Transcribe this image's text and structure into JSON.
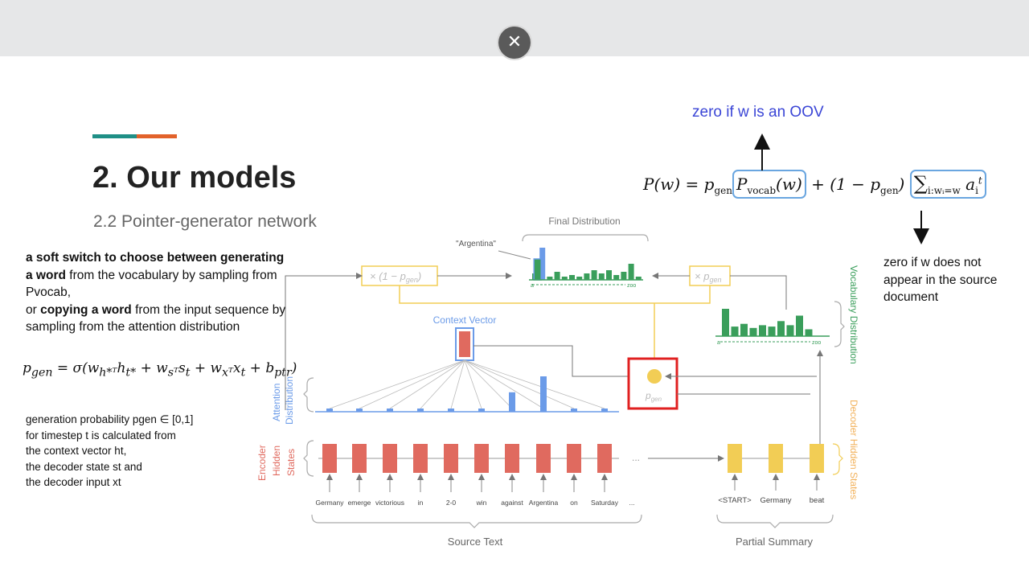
{
  "toolbar": {
    "close_label": "✕"
  },
  "colors": {
    "accent_teal": "#1f8f86",
    "accent_orange": "#e2622b",
    "oov_blue": "#3a45d6",
    "encoder": "#e06a5f",
    "decoder": "#f2cd55",
    "attention": "#6b9be8",
    "vocab": "#3a9e5b",
    "box": "#6aa6e0"
  },
  "slide": {
    "title": "2. Our models",
    "subtitle": "2.2 Pointer-generator network",
    "explanation": {
      "p1_bold": "a soft switch to choose between generating a word",
      "p2": " from the vocabulary by sampling from Pvocab,",
      "p3": "or ",
      "p4_bold": "copying a word",
      "p5": " from the input sequence by sampling from the attention distribution"
    },
    "pgen_formula": "p_gen = σ(w_h*ᵀ h_t* + w_sᵀ s_t + w_xᵀ x_t + b_ptr)",
    "pgen_lhs": "p",
    "pgen_lhs_sub": "gen",
    "pgen_rhs": " = σ(w",
    "pgen_rhs2": "h*ᵀ",
    "pgen_rhs3": "h",
    "pgen_rhs4": "t*",
    "pgen_rhs5": " + w",
    "pgen_rhs6": "sᵀ",
    "pgen_rhs7": "s",
    "pgen_rhs8": "t",
    "pgen_rhs9": " + w",
    "pgen_rhs10": "xᵀ",
    "pgen_rhs11": "x",
    "pgen_rhs12": "t",
    "pgen_rhs13": " + b",
    "pgen_rhs14": "ptr",
    "pgen_rhs15": ")",
    "generation_lines": [
      "generation probability pgen ∈ [0,1]",
      "for timestep t is calculated from",
      "the context vector ht,",
      "the decoder state st and",
      "the decoder input xt"
    ],
    "oov_note": "zero if w is an OOV",
    "pw": {
      "lhs": "P(w) = p",
      "gen1": "gen",
      "pvocab": "P",
      "vocab_sub": "vocab",
      "w_arg": "(w)",
      "mid": " + (1 − p",
      "gen2": "gen",
      "close": ")",
      "sum": "∑",
      "sum_sub": "i:wᵢ=w",
      "a": "a",
      "a_sub": "i",
      "a_sup": "t"
    },
    "not_appear_note": "zero if w does not appear in the source document"
  },
  "diagram": {
    "final_distribution": "Final Distribution",
    "argentina_callout": "\"Argentina\"",
    "context_vector": "Context Vector",
    "vocabulary_distribution": "Vocabulary Distribution",
    "attention_distribution_1": "Attention",
    "attention_distribution_2": "Distribution",
    "encoder_hidden_1": "Encoder",
    "encoder_hidden_2": "Hidden",
    "encoder_hidden_3": "States",
    "decoder_hidden_states": "Decoder Hidden States",
    "source_text": "Source Text",
    "partial_summary": "Partial Summary",
    "mult_left": "× (1 − p",
    "mult_left_sub": "gen",
    "mult_left_close": ")",
    "mult_right": "× p",
    "mult_right_sub": "gen",
    "pgen_node": "p",
    "pgen_node_sub": "gen",
    "axis_a": "a",
    "axis_zoo": "zoo",
    "ellipsis": "...",
    "source_words": [
      "Germany",
      "emerge",
      "victorious",
      "in",
      "2-0",
      "win",
      "against",
      "Argentina",
      "on",
      "Saturday",
      "..."
    ],
    "summary_words": [
      "<START>",
      "Germany",
      "beat"
    ],
    "attention_values": [
      0.05,
      0.05,
      0.05,
      0.06,
      0.05,
      0.06,
      0.55,
      1.0,
      0.05,
      0.05
    ],
    "vocab_values": [
      1.0,
      0.35,
      0.45,
      0.3,
      0.4,
      0.35,
      0.55,
      0.4,
      0.75,
      0.25
    ],
    "final_values": [
      0.2,
      1.0,
      0.1,
      0.25,
      0.1,
      0.15,
      0.1,
      0.2,
      0.3,
      0.2,
      0.3,
      0.15,
      0.25,
      0.5,
      0.1
    ]
  }
}
